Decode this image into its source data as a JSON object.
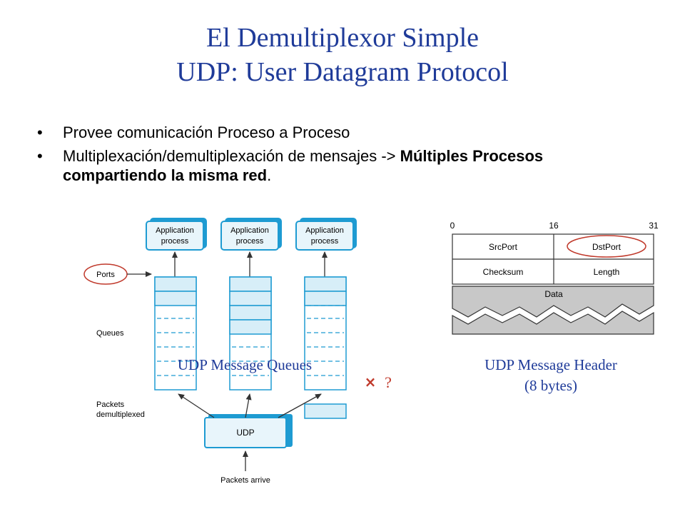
{
  "slide": {
    "title_line1": "El Demultiplexor Simple",
    "title_line2": "UDP:  User Datagram Protocol",
    "bullets": {
      "b1": "Provee comunicación Proceso a Proceso",
      "b2_plain": "Multiplexación/demultiplexación  de mensajes -> ",
      "b2_bold": "Múltiples Procesos compartiendo la misma red",
      "b2_end": "."
    }
  },
  "left_diagram": {
    "app_process": "Application\nprocess",
    "app_line1": "Application",
    "app_line2": "process",
    "ports_label": "Ports",
    "queues_label": "Queues",
    "packets_demux_line1": "Packets",
    "packets_demux_line2": "demultiplexed",
    "udp_label": "UDP",
    "packets_arrive_label": "Packets arrive",
    "caption": "UDP Message Queues",
    "mark": "×",
    "question": "?"
  },
  "right_diagram": {
    "bit_labels": [
      "0",
      "16",
      "31"
    ],
    "fields": {
      "src_port": "SrcPort",
      "dst_port": "DstPort",
      "checksum": "Checksum",
      "length": "Length",
      "data": "Data"
    },
    "caption_line1": "UDP Message Header",
    "caption_line2": "(8 bytes)"
  },
  "colors": {
    "title": "#1f3b99",
    "box_stroke": "#1e9bd2",
    "box_fill": "#e8f5fb",
    "queue_fill": "#d7eef8",
    "highlight_ring": "#c0392b",
    "data_fill": "#c8c8c8"
  }
}
